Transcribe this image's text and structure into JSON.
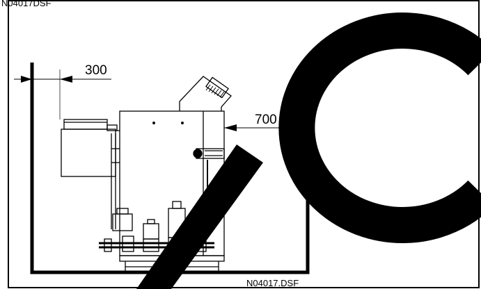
{
  "header_code": "N04017DSF",
  "footer_code": "N04017.DSF",
  "dimensions": {
    "left_clearance": "300",
    "right_clearance": "700"
  },
  "watermark": {
    "shape": "large-c-with-diagonal-slash",
    "color": "#000000"
  },
  "colors": {
    "line": "#000000",
    "background": "#ffffff"
  }
}
